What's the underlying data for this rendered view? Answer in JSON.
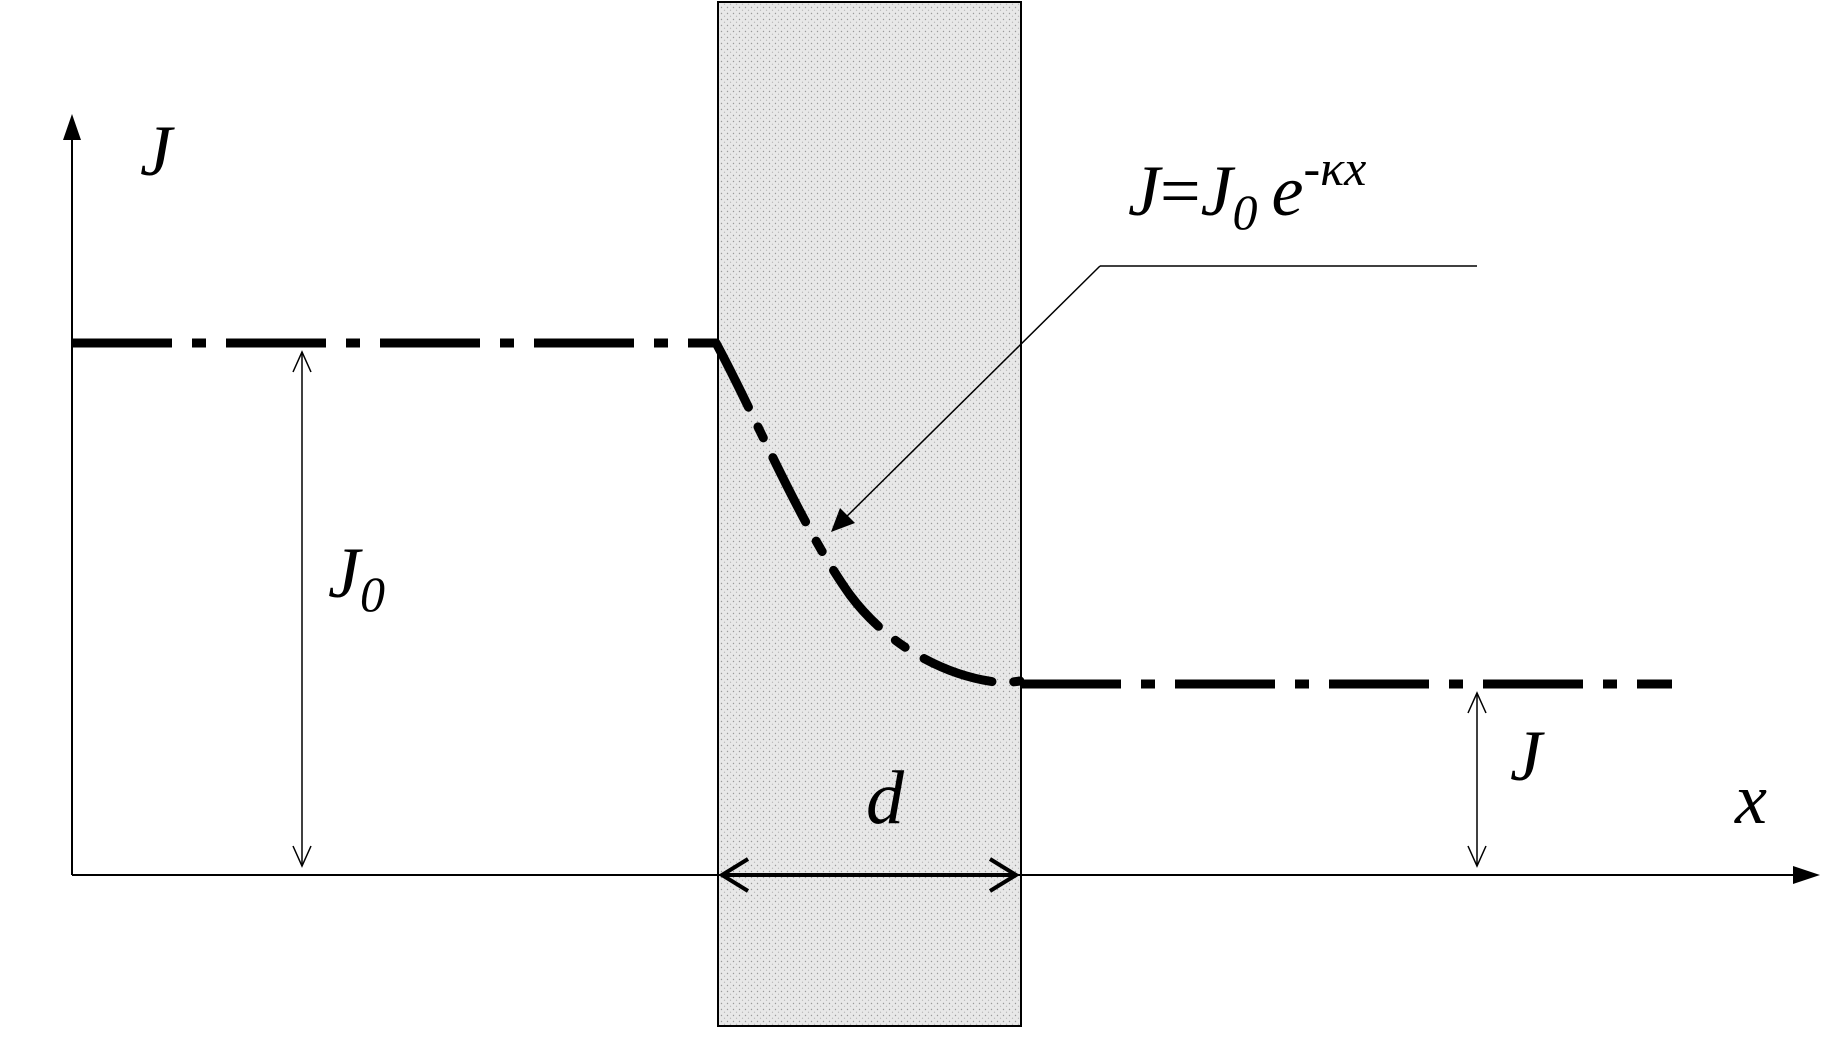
{
  "diagram": {
    "labels": {
      "y_axis": "J",
      "x_axis": "x",
      "incident_symbol": "J",
      "incident_subscript": "0",
      "transmitted": "J",
      "thickness": "d"
    },
    "formula": {
      "lhs": "J",
      "equals": "=",
      "j": "J",
      "j_subscript": "0",
      "base": "e",
      "exponent": "-κx"
    },
    "colors": {
      "ink": "#000000",
      "slab_fill": "#e6e6e6",
      "background": "#ffffff"
    }
  }
}
